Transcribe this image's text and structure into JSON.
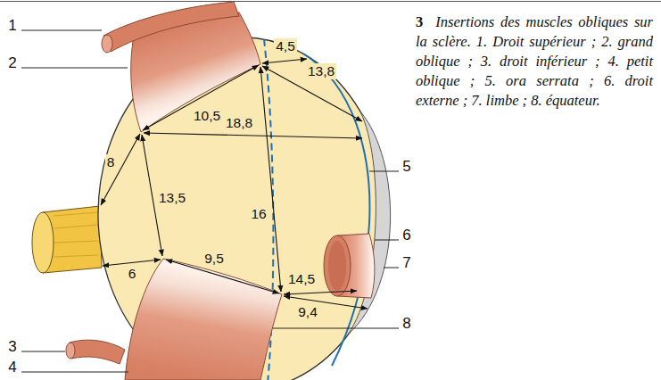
{
  "diagram": {
    "caption": "Insertions des muscles obliques sur la sclère. 1. Droit supérieur ; 2. grand oblique ; 3. droit inférieur ; 4. petit oblique ; 5. ora serrata ; 6. droit externe ; 7. limbe ; 8. équateur.",
    "labels": [
      "1",
      "2",
      "4,5",
      "10,5",
      "13,8",
      "18,8",
      "8",
      "13,5",
      "5",
      "16",
      "6",
      "6",
      "14,5",
      "7",
      "9,5",
      "9,4",
      "8",
      "3",
      "4",
      "3"
    ]
  }
}
